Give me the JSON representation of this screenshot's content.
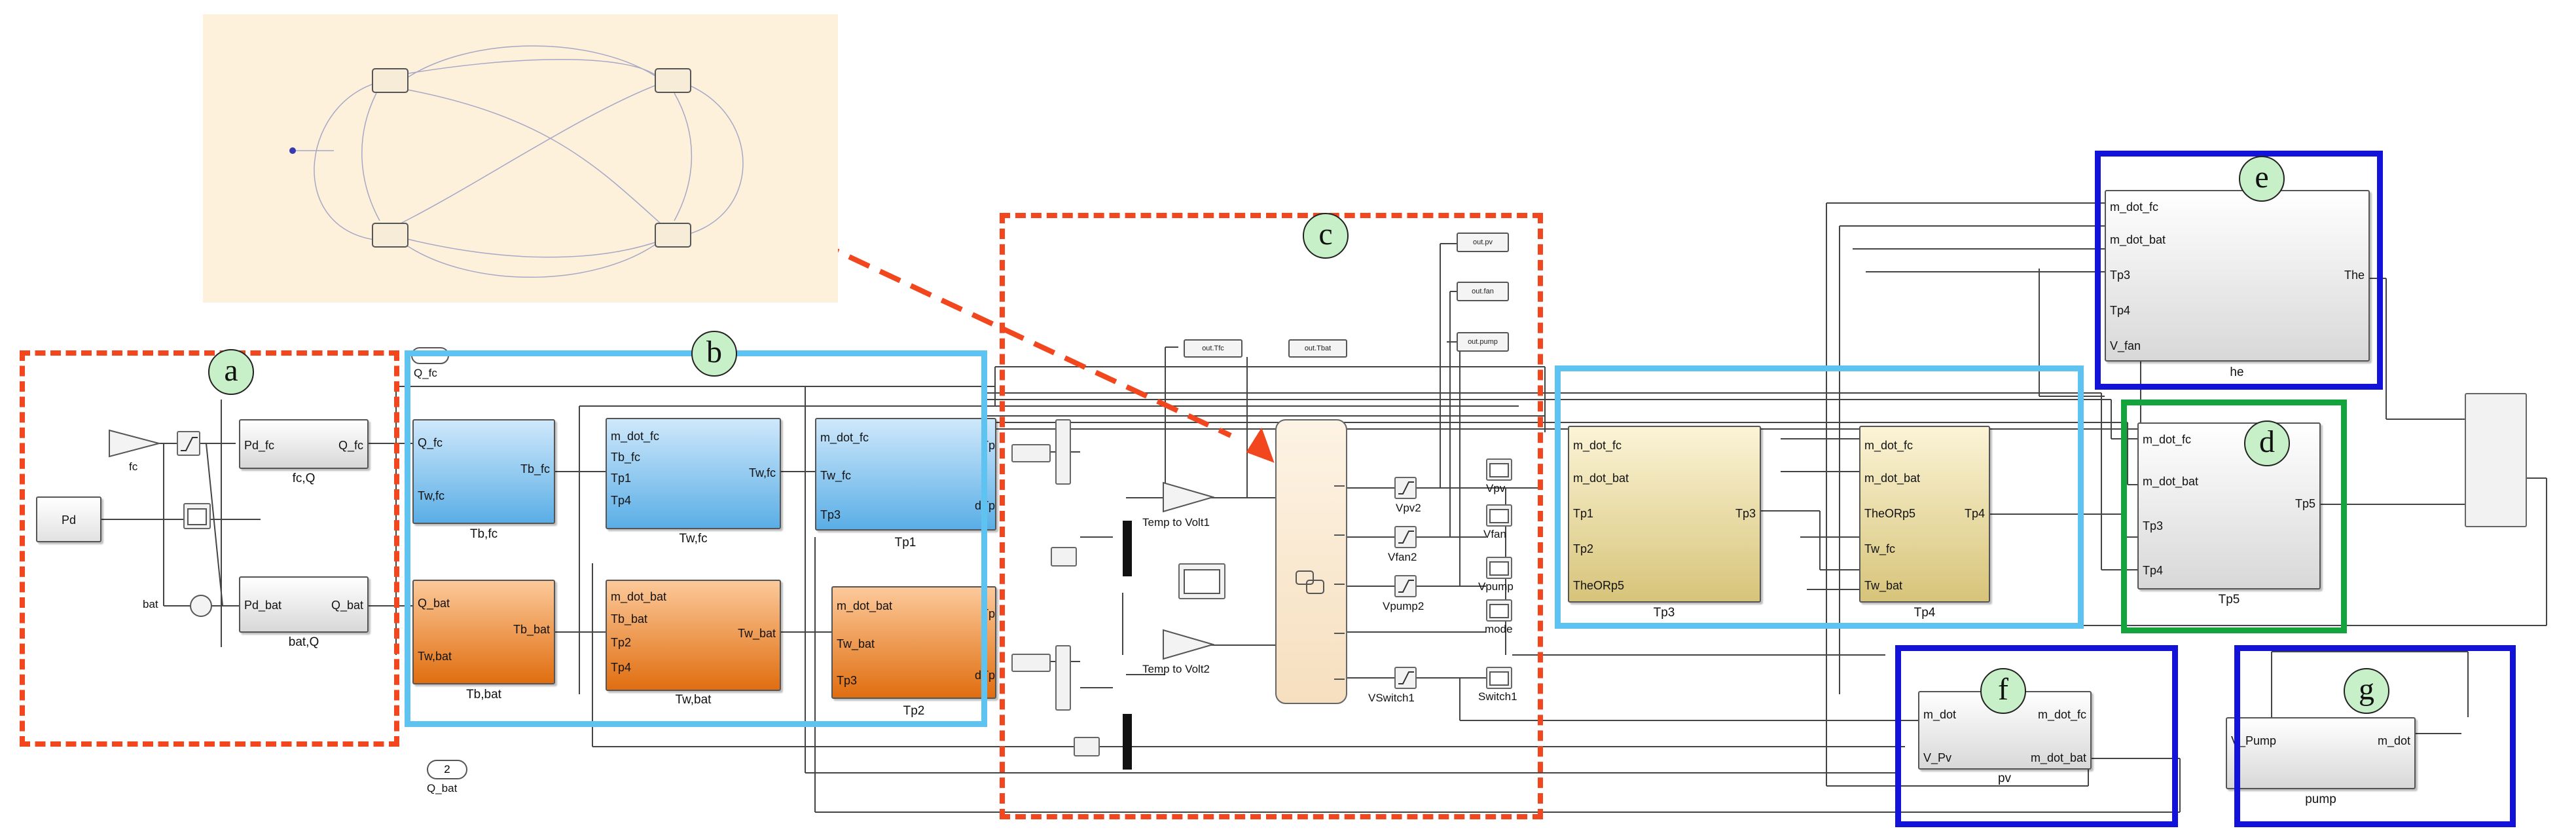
{
  "region_labels": {
    "a": "a",
    "b": "b",
    "c": "c",
    "d": "d",
    "e": "e",
    "f": "f",
    "g": "g"
  },
  "left": {
    "pd": "Pd",
    "fc_gain_text": "fc",
    "bat_text": "bat",
    "fcq": {
      "in": "Pd_fc",
      "out": "Q_fc",
      "name": "fc,Q"
    },
    "batq": {
      "in": "Pd_bat",
      "out": "Q_bat",
      "name": "bat,Q"
    },
    "q_fc_label": "Q_fc",
    "q_bat_label": "Q_bat",
    "q_bat_port_num": "2"
  },
  "blocks_b": {
    "tbfc": {
      "in": [
        "Q_fc",
        "Tw,fc"
      ],
      "out": "Tb_fc",
      "name": "Tb,fc"
    },
    "twfc": {
      "in": [
        "m_dot_fc",
        "Tb_fc",
        "Tp1",
        "Tp4"
      ],
      "out": "Tw,fc",
      "name": "Tw,fc"
    },
    "tp1": {
      "in": [
        "m_dot_fc",
        "Tw_fc",
        "Tp3"
      ],
      "out": [
        "Tp",
        "dTp"
      ],
      "name": "Tp1"
    },
    "tbbat": {
      "in": [
        "Q_bat",
        "Tw,bat"
      ],
      "out": "Tb_bat",
      "name": "Tb,bat"
    },
    "twbat": {
      "in": [
        "m_dot_bat",
        "Tb_bat",
        "Tp2",
        "Tp4"
      ],
      "out": "Tw_bat",
      "name": "Tw,bat"
    },
    "tp2": {
      "in": [
        "m_dot_bat",
        "Tw_bat",
        "Tp3"
      ],
      "out": [
        "Tp",
        "dTp"
      ],
      "name": "Tp2"
    }
  },
  "middle": {
    "out_tfc": "out.Tfc",
    "out_tbat": "out.Tbat",
    "temp_volt1": "Temp to Volt1",
    "temp_volt2": "Temp to Volt2",
    "out_pv": "out.pv",
    "out_fan": "out.fan",
    "out_pump": "out.pump",
    "vpv2": "Vpv2",
    "vfan2": "Vfan2",
    "vpump2": "Vpump2",
    "vswitch1": "VSwitch1",
    "vpv": "Vpv",
    "vfan": "Vfan",
    "vpump": "Vpump",
    "mode": "mode",
    "switch1": "Switch1"
  },
  "blocks_right": {
    "tp3": {
      "in": [
        "m_dot_fc",
        "m_dot_bat",
        "Tp1",
        "Tp2",
        "TheORp5"
      ],
      "out": "Tp3",
      "name": "Tp3"
    },
    "tp4": {
      "in": [
        "m_dot_fc",
        "m_dot_bat",
        "TheORp5",
        "Tw_fc",
        "Tw_bat"
      ],
      "out": "Tp4",
      "name": "Tp4"
    },
    "he": {
      "in": [
        "m_dot_fc",
        "m_dot_bat",
        "Tp3",
        "Tp4",
        "V_fan"
      ],
      "out": "The",
      "name": "he"
    },
    "tp5": {
      "in": [
        "m_dot_fc",
        "m_dot_bat",
        "Tp3",
        "Tp4"
      ],
      "out": "Tp5",
      "name": "Tp5"
    },
    "pv": {
      "in": [
        "m_dot",
        "V_Pv"
      ],
      "out": [
        "m_dot_fc",
        "m_dot_bat"
      ],
      "name": "pv"
    },
    "pump": {
      "in": [
        "V_Pump"
      ],
      "out": [
        "m_dot"
      ],
      "name": "pump"
    }
  }
}
